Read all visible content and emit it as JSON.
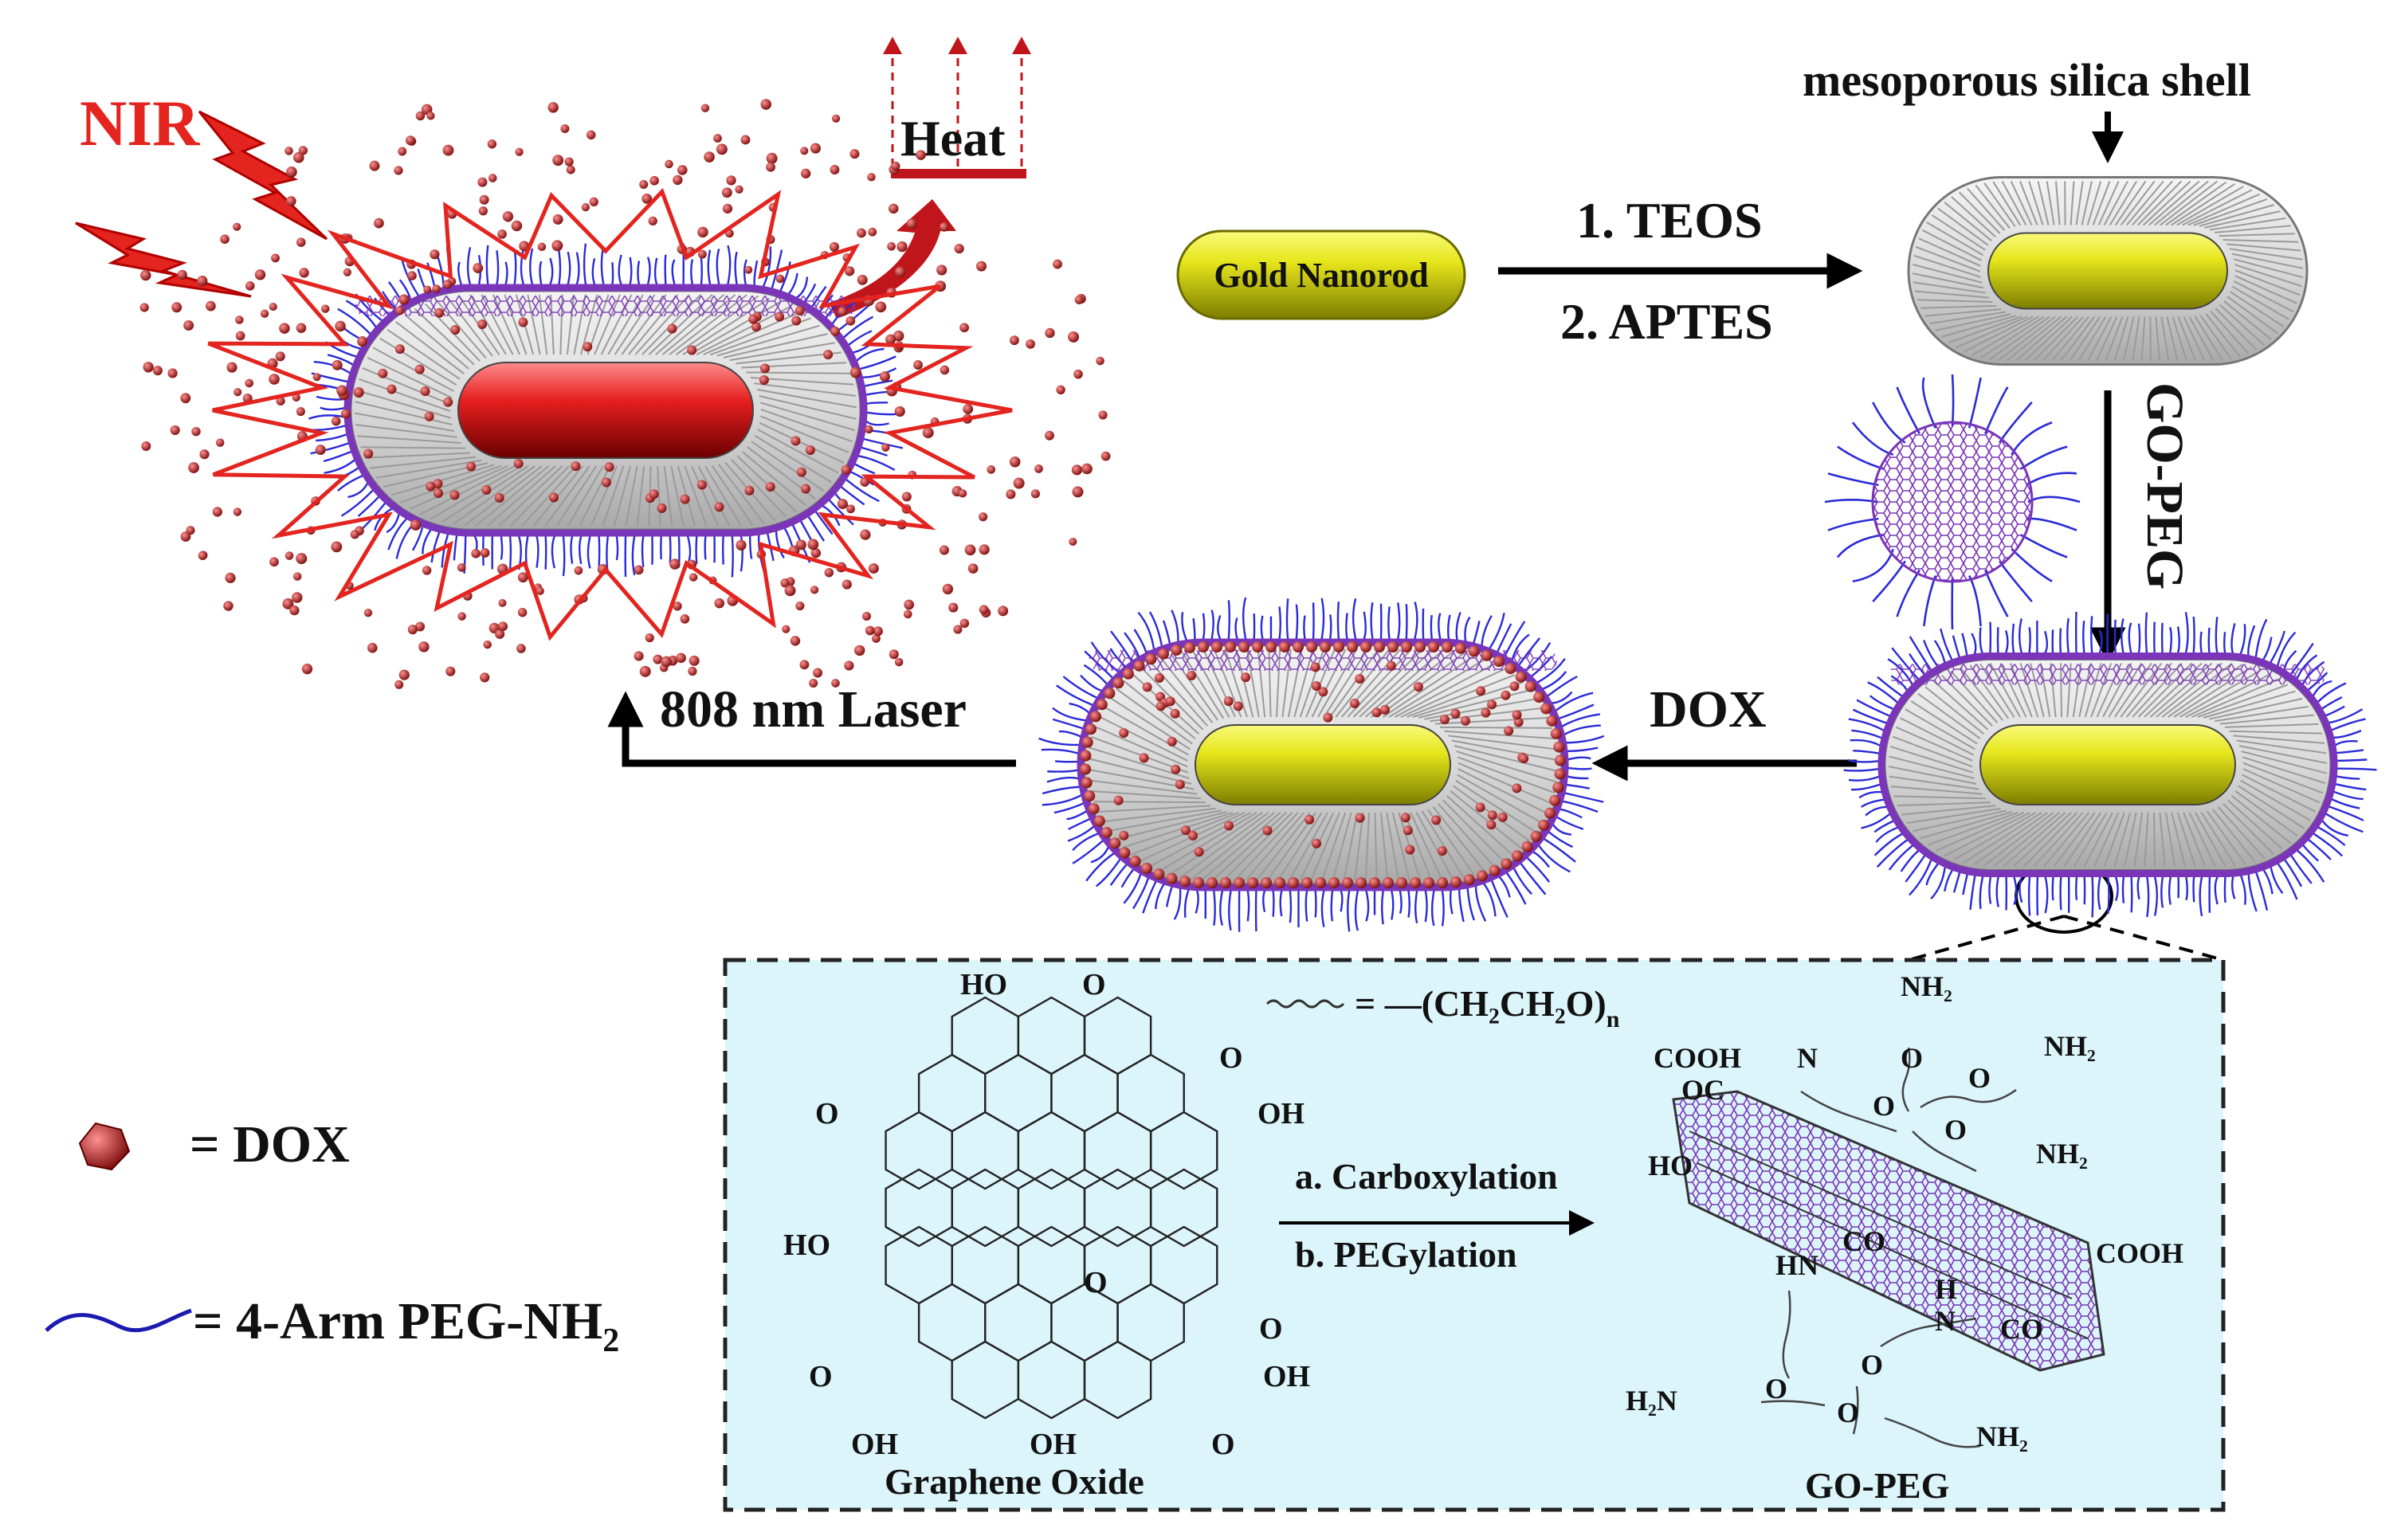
{
  "labels": {
    "nir": "NIR",
    "heat": "Heat",
    "mesoporous_shell": "mesoporous silica shell",
    "gold_nanorod": "Gold Nanorod",
    "teos": "1. TEOS",
    "aptes": "2. APTES",
    "go_peg_arrow": "GO-PEG",
    "dox_arrow": "DOX",
    "laser": "808 nm Laser",
    "legend_dox": "= DOX",
    "legend_peg_main": "= 4-Arm PEG-NH",
    "legend_peg_sub": "2",
    "peg_formula_main": "= —(CH₂CH₂O)",
    "peg_formula_sub": "n",
    "carboxylation": "a. Carboxylation",
    "pegylation": "b. PEGylation",
    "graphene_oxide": "Graphene Oxide",
    "go_peg_product": "GO-PEG"
  },
  "go_groups": {
    "ho_top": "HO",
    "o_top": "O",
    "o_right_top": "O",
    "oh_right": "OH",
    "o_left": "O",
    "ho_left": "HO",
    "o_epoxy": "O",
    "o_right_bottom": "O",
    "o_bottom_left": "O",
    "oh_bottom_left": "OH",
    "oh_bottom_mid": "OH",
    "o_bottom_right": "O",
    "oh_bottom_right": "OH"
  },
  "gopeg_groups": {
    "nh2_top": "NH₂",
    "nh2_right_top": "NH₂",
    "nh2_right_mid": "NH₂",
    "cooh_left": "COOH",
    "oc_left": "OC",
    "n_left": "N",
    "ho_left": "HO",
    "hn_mid": "HN",
    "co_mid": "CO",
    "cooh_right": "COOH",
    "h_right": "H",
    "n_right": "N",
    "co_right": "CO",
    "h2n_bottom": "H₂N",
    "nh2_bottom": "NH₂",
    "o_atom": "O"
  },
  "colors": {
    "gold": "#e4e41c",
    "gold_dark": "#8a8a00",
    "red_rod": "#e21d1d",
    "red_dark": "#7a0000",
    "dox": "#a51b1b",
    "peg_blue": "#2a2ad8",
    "graphene_purple": "#7a35b8",
    "shell_gray": "#cfcfcf",
    "nir_red": "#e3241f",
    "heat_red": "#c0151a",
    "inset_bg": "#dcf5fb"
  }
}
